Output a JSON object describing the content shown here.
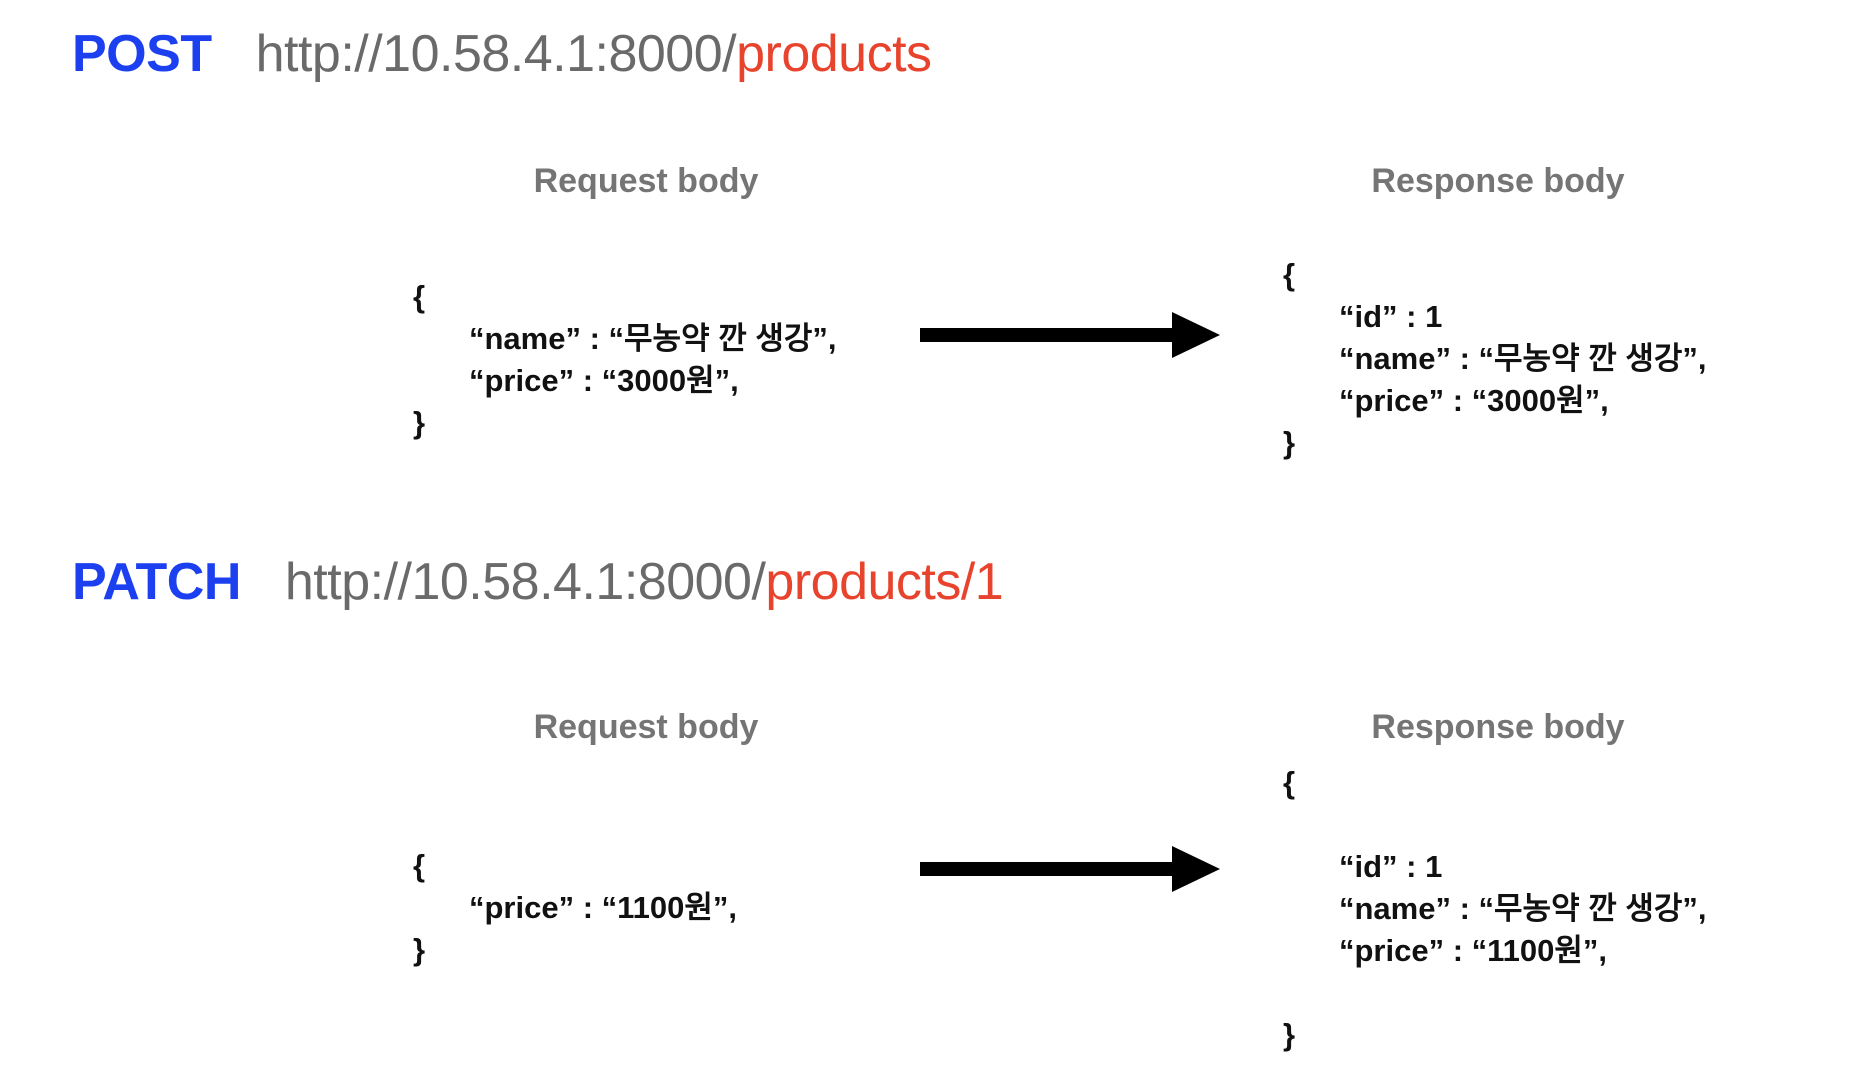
{
  "title": "POST and PATCH products API flow diagram",
  "colors": {
    "method_blue": "#1c40f0",
    "path_red": "#e8432c",
    "url_gray": "#6a6a6a",
    "label_gray": "#757575",
    "code_black": "#111111",
    "arrow_black": "#000000",
    "background": "#ffffff"
  },
  "icons": {
    "arrow_right": "arrow-right-icon"
  },
  "sections": [
    {
      "method": "POST",
      "base_url": "http://10.58.4.1:8000/",
      "path": "products",
      "request_label": "Request body",
      "response_label": "Response body",
      "request_lines": [
        {
          "text": "{"
        },
        {
          "text": "“name” : “무농약 깐 생강”,"
        },
        {
          "text": "“price” : “3000원”,"
        },
        {
          "text": "}"
        }
      ],
      "response_lines": [
        {
          "text": "{"
        },
        {
          "text": "“id” : 1"
        },
        {
          "text": "“name” : “무농약 깐 생강”,"
        },
        {
          "text": "“price” : “3000원”,"
        },
        {
          "text": "}"
        }
      ]
    },
    {
      "method": "PATCH",
      "base_url": "http://10.58.4.1:8000/",
      "path": "products/1",
      "request_label": "Request body",
      "response_label": "Response body",
      "request_lines": [
        {
          "text": "{"
        },
        {
          "text": "“price” : “1100원”,"
        },
        {
          "text": "}"
        }
      ],
      "response_lines": [
        {
          "text": "{"
        },
        {
          "text": ""
        },
        {
          "text": "“id” : 1"
        },
        {
          "text": "“name” : “무농약 깐 생강”,"
        },
        {
          "text": "“price” : “1100원”,"
        },
        {
          "text": ""
        },
        {
          "text": "}"
        }
      ]
    }
  ]
}
